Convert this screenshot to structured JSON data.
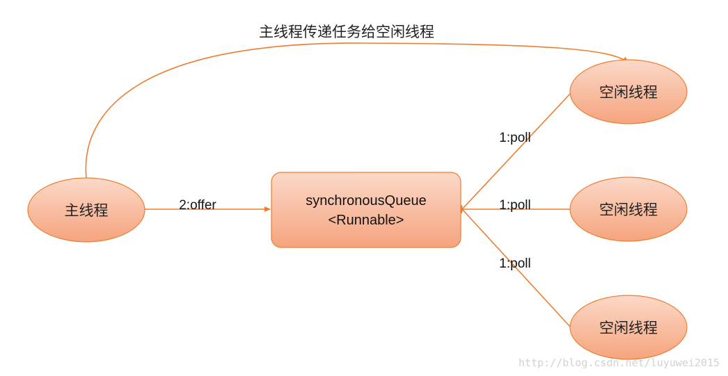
{
  "diagram": {
    "top_label": "主线程传递任务给空闲线程",
    "main_thread": "主线程",
    "queue_line1": "synchronousQueue",
    "queue_line2": "<Runnable>",
    "offer_label": "2:offer",
    "idle_threads": [
      "空闲线程",
      "空闲线程",
      "空闲线程"
    ],
    "poll_labels": [
      "1:poll",
      "1:poll",
      "1:poll"
    ],
    "watermark": "http://blog.csdn.net/luyuwei2015"
  },
  "colors": {
    "node_fill_top": "#fcd9c8",
    "node_fill_bottom": "#f5a47e",
    "node_stroke": "#ed7d31",
    "edge": "#ed7d31"
  }
}
